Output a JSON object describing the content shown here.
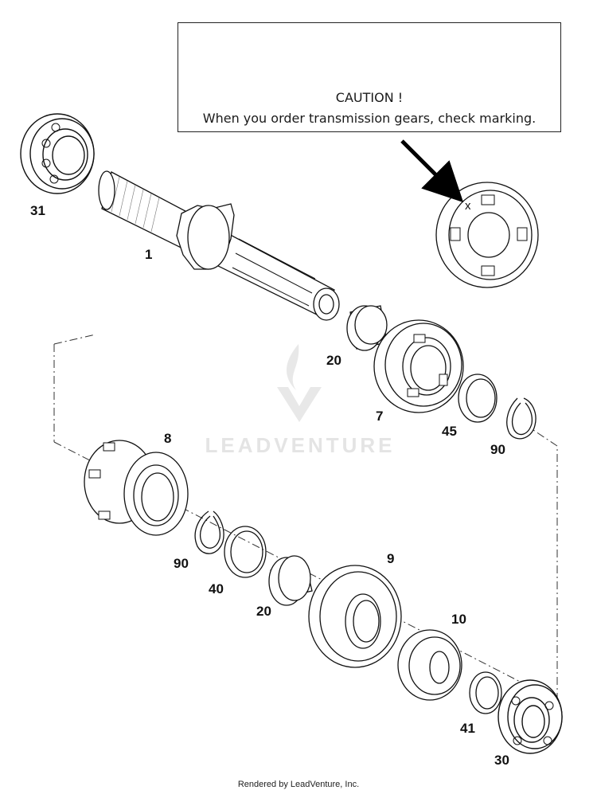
{
  "caution": {
    "title": "CAUTION !",
    "text": "When you order transmission gears, check marking."
  },
  "watermark": {
    "brand": "LEADVENTURE"
  },
  "parts": [
    {
      "label": "31",
      "name": "bearing"
    },
    {
      "label": "1",
      "name": "main-shaft"
    },
    {
      "label": "20",
      "name": "needle-bushing"
    },
    {
      "label": "7",
      "name": "gear"
    },
    {
      "label": "45",
      "name": "thrust-washer"
    },
    {
      "label": "90",
      "name": "circlip"
    },
    {
      "label": "8",
      "name": "gear"
    },
    {
      "label": "90",
      "name": "circlip"
    },
    {
      "label": "40",
      "name": "thrust-washer"
    },
    {
      "label": "20",
      "name": "needle-bushing"
    },
    {
      "label": "9",
      "name": "gear"
    },
    {
      "label": "10",
      "name": "gear"
    },
    {
      "label": "41",
      "name": "thrust-washer"
    },
    {
      "label": "30",
      "name": "bearing"
    }
  ],
  "marking": "x",
  "footer": "Rendered by LeadVenture, Inc."
}
